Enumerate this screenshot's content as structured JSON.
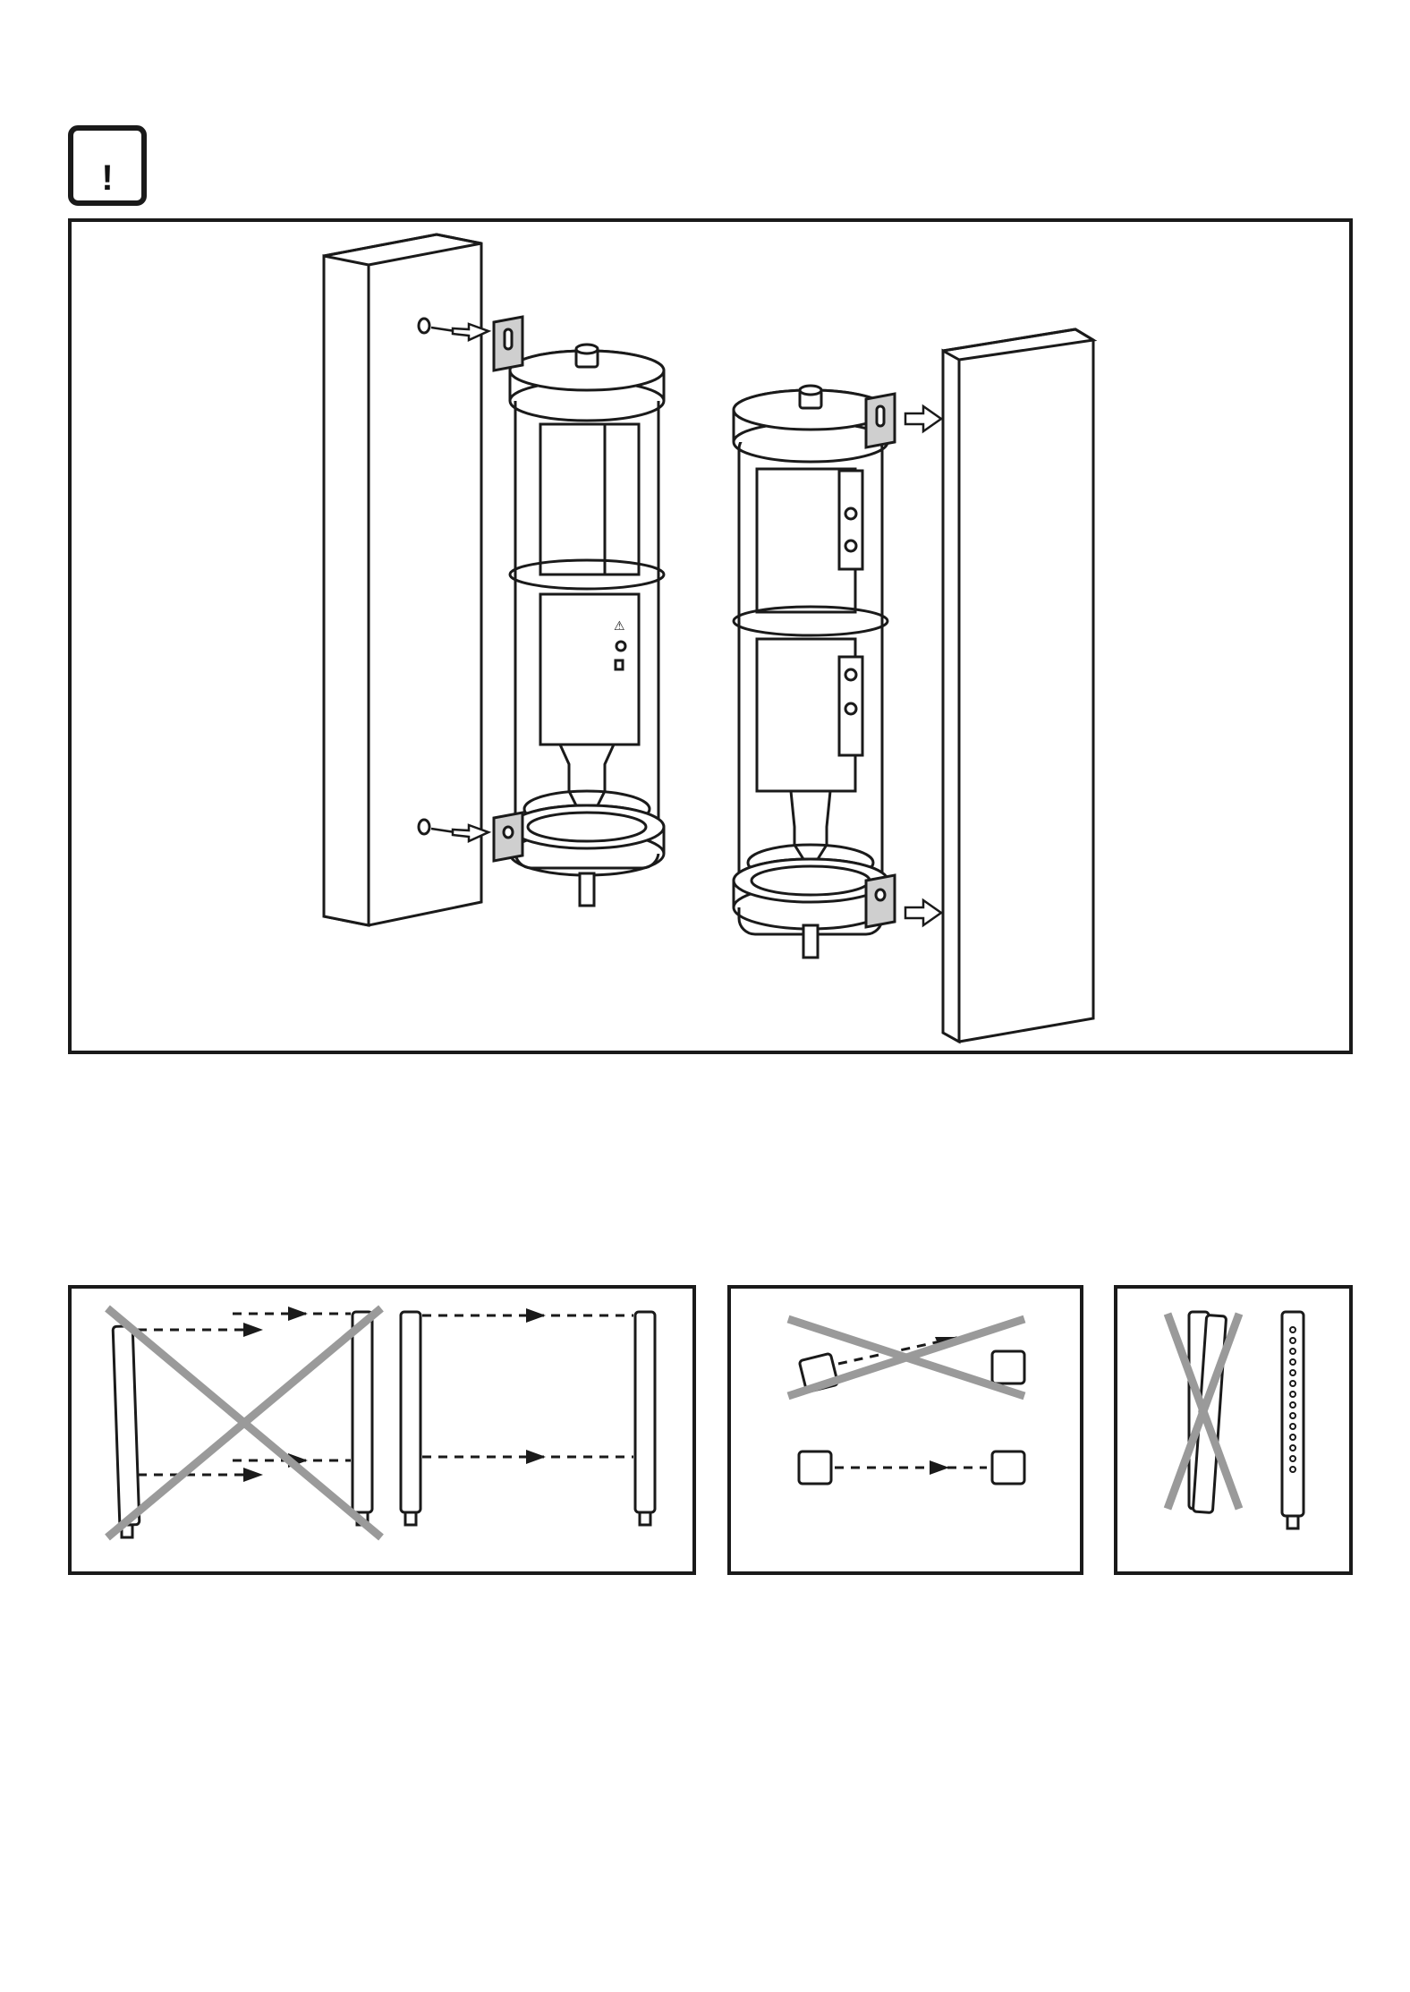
{
  "notice": {
    "symbol": "!",
    "icon": "exclamation-warning-icon"
  },
  "colors": {
    "line": "#1a1a1a",
    "cross": "#9a9a9a",
    "fill_dark": "#6b6b6b",
    "fill_light": "#ededed"
  },
  "figures": {
    "main": {
      "description_icon": "bracket-mounting-illustration"
    },
    "alignment_parallel": {
      "icon": "parallel-alignment-diagram"
    },
    "alignment_rotation": {
      "icon": "rotation-alignment-diagram"
    },
    "alignment_orientation": {
      "icon": "orientation-diagram"
    }
  }
}
